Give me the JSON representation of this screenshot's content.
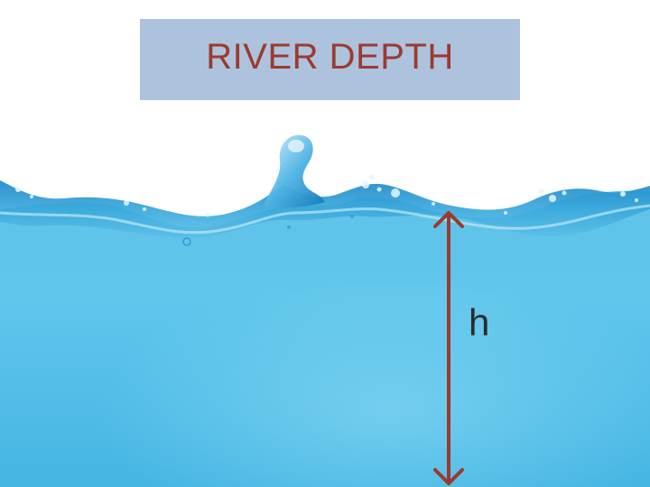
{
  "title": "RIVER DEPTH",
  "depth_label": "h",
  "colors": {
    "title_box": "#adc3dd",
    "title_text": "#9b3a2f",
    "arrow": "#9b3a2f",
    "water_top": "#49b6e0",
    "water_bottom": "#3fb3e3",
    "background": "#ffffff"
  },
  "icons": {
    "arrow": "double-headed-vertical-arrow"
  }
}
